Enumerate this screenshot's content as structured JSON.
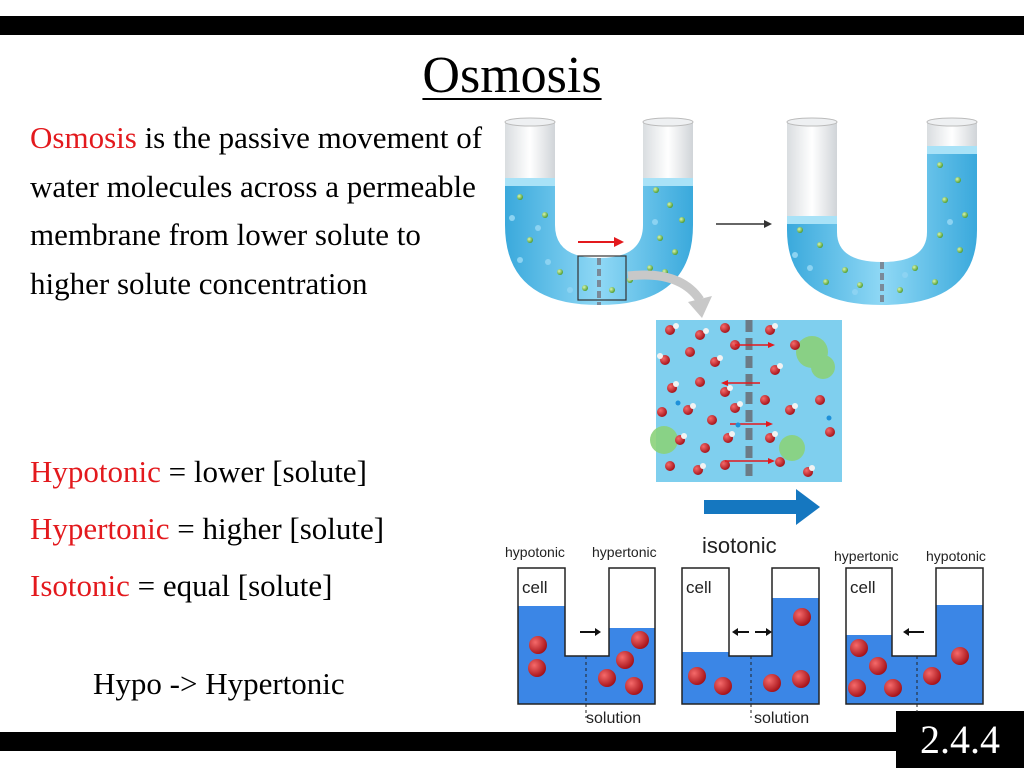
{
  "slide": {
    "title": "Osmosis",
    "definition": {
      "term": "Osmosis",
      "text": " is the passive movement of water molecules across a permeable membrane from lower solute to higher solute concentration"
    },
    "terms": [
      {
        "term": "Hypotonic",
        "definition": " = lower [solute]"
      },
      {
        "term": "Hypertonic",
        "definition": " = higher [solute]"
      },
      {
        "term": "Isotonic",
        "definition": " = equal [solute]"
      }
    ],
    "direction_note": "Hypo -> Hypertonic",
    "section_number": "2.4.4"
  },
  "diagram": {
    "panels": [
      {
        "left_label": "hypotonic",
        "right_label": "hypertonic",
        "cell_label": "cell",
        "solution_label": "solution"
      },
      {
        "center_label": "isotonic",
        "cell_label": "cell",
        "solution_label": "solution"
      },
      {
        "left_label": "hypertonic",
        "right_label": "hypotonic",
        "cell_label": "cell"
      }
    ]
  },
  "colors": {
    "accent_red": "#e3191d",
    "water_blue": "#4fb8e6",
    "panel_blue": "#3b86e6",
    "arrow_blue": "#1577c0",
    "solute_red": "#c0141c"
  }
}
